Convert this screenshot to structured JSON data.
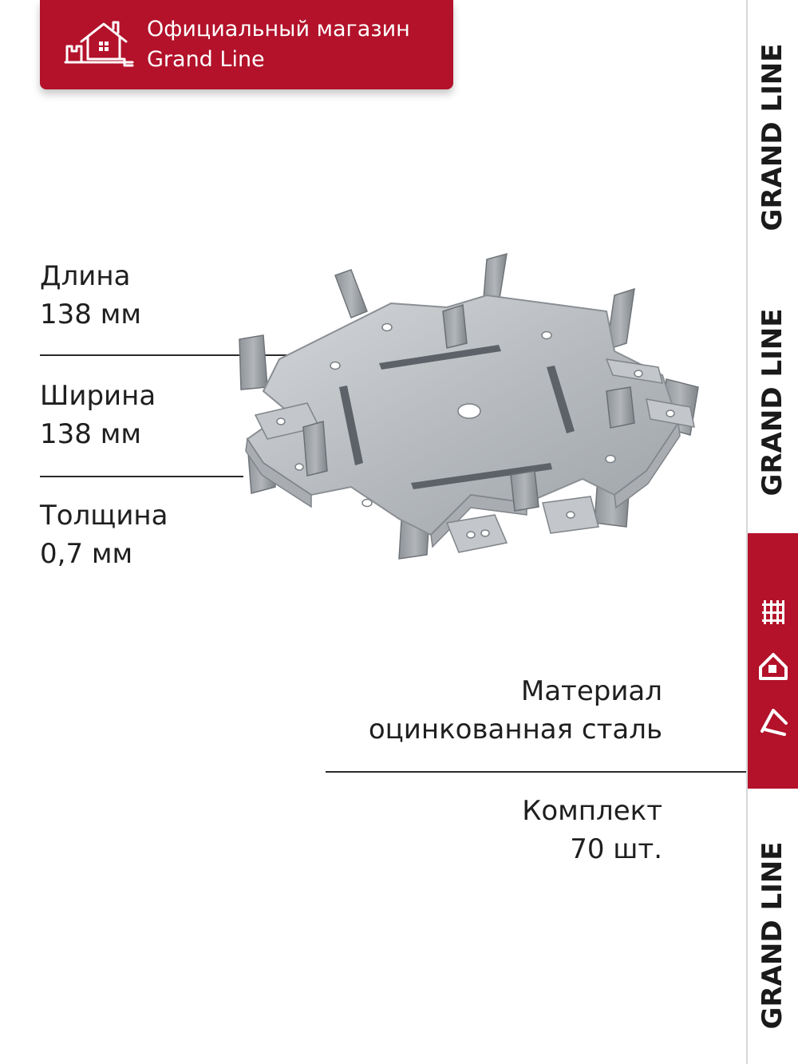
{
  "banner": {
    "line1": "Официальный магазин",
    "line2": "Grand Line",
    "icon": "house-store-icon"
  },
  "specs_left": [
    {
      "label": "Длина",
      "value": "138 мм"
    },
    {
      "label": "Ширина",
      "value": "138 мм"
    },
    {
      "label": "Толщина",
      "value": "0,7 мм"
    }
  ],
  "specs_right": [
    {
      "label": "Материал",
      "value": "оцинкованная сталь"
    },
    {
      "label": "Комплект",
      "value": "70 шт."
    }
  ],
  "side": {
    "brand_1": "GRAND LINE",
    "brand_2": "GRAND LINE",
    "brand_3": "GRAND LINE",
    "tab_icons": [
      "fence-icon",
      "house-icon",
      "roof-icon"
    ]
  },
  "colors": {
    "brand_red": "#b3122a",
    "text": "#1f1f1f",
    "metal": "#b9bdc1"
  },
  "product_image": "crab-connector-metal-part"
}
